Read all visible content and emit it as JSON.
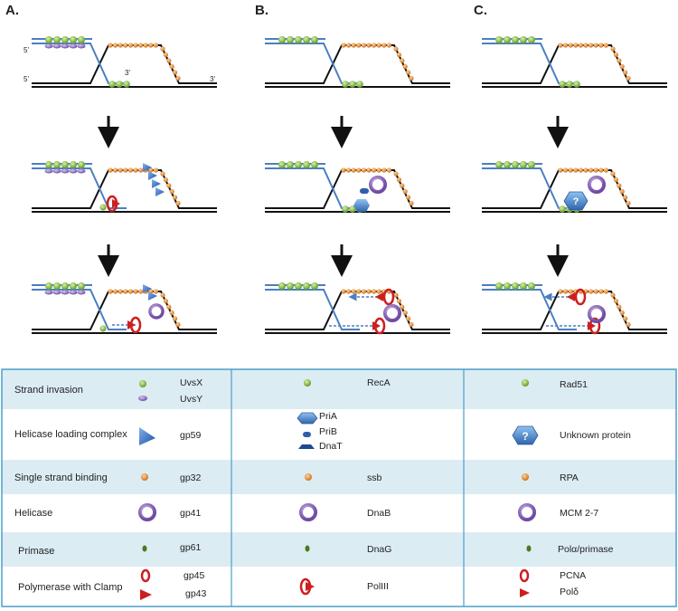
{
  "panels": [
    {
      "label": "A.",
      "five_prime_top": "5'",
      "five_prime_bottom": "5'",
      "three_prime_inner": "3'",
      "three_prime_outer": "3'"
    },
    {
      "label": "B."
    },
    {
      "label": "C."
    }
  ],
  "legend": {
    "rows": [
      {
        "category": "Strand invasion",
        "a": [
          "UvsX",
          "UvsY"
        ],
        "b": [
          "RecA"
        ],
        "c": [
          "Rad51"
        ]
      },
      {
        "category": "Helicase loading complex",
        "a": [
          "gp59"
        ],
        "b": [
          "PriA",
          "PriB",
          "DnaT"
        ],
        "c": [
          "Unknown protein"
        ]
      },
      {
        "category": "Single strand binding",
        "a": [
          "gp32"
        ],
        "b": [
          "ssb"
        ],
        "c": [
          "RPA"
        ]
      },
      {
        "category": "Helicase",
        "a": [
          "gp41"
        ],
        "b": [
          "DnaB"
        ],
        "c": [
          "MCM 2-7"
        ]
      },
      {
        "category": "Primase",
        "a": [
          "gp61"
        ],
        "b": [
          "DnaG"
        ],
        "c": [
          "Polα/primase"
        ]
      },
      {
        "category": "Polymerase with  Clamp",
        "a": [
          "gp45",
          "gp43"
        ],
        "b": [
          "PolIII"
        ],
        "c": [
          "PCNA",
          "Polδ"
        ]
      }
    ],
    "unknown_symbol": "?"
  },
  "colors": {
    "green": "#7fb839",
    "purple": "#8a63b8",
    "orange": "#e88a2e",
    "blue_strand": "#4a7fc1",
    "red": "#cc1f1f",
    "hex_blue": "#3f7fc8",
    "table_border": "#4a9fc8",
    "table_band": "#dcecf3"
  }
}
